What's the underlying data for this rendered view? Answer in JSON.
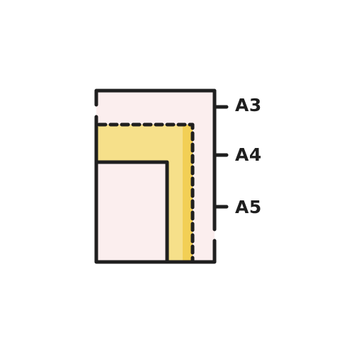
{
  "icon": {
    "name": "paper-sizes-icon",
    "colors": {
      "outline": "#1f1f1f",
      "page": "#fbeeee",
      "highlight": "#f6e08a",
      "highlight_shadow": "#f2cf55"
    }
  },
  "labels": {
    "a3": "A3",
    "a4": "A4",
    "a5": "A5"
  },
  "stock_id": "1435200422"
}
